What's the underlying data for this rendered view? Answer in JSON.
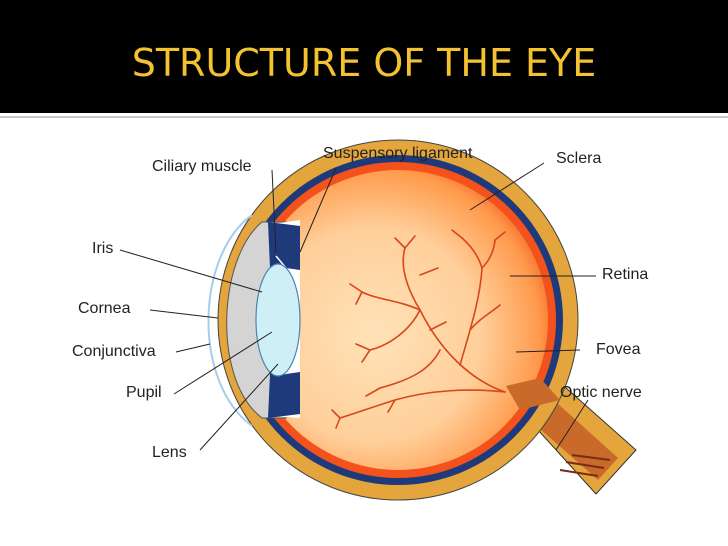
{
  "title": "STRUCTURE OF THE EYE",
  "labels": {
    "ciliary_muscle": "Ciliary muscle",
    "suspensory_ligament": "Suspensory ligament",
    "sclera": "Sclera",
    "iris": "Iris",
    "retina": "Retina",
    "cornea": "Cornea",
    "conjunctiva": "Conjunctiva",
    "fovea": "Fovea",
    "pupil": "Pupil",
    "optic_nerve": "Optic nerve",
    "lens": "Lens"
  },
  "colors": {
    "title_text": "#f2c230",
    "title_background": "#000000",
    "sclera": "#e3a53c",
    "choroid": "#1f3a7a",
    "retina": "#f3521c",
    "vitreous": "#ffd6a3",
    "lens": "#cfeff6",
    "cornea": "#d4d4d4",
    "vessels": "#d8461d"
  }
}
